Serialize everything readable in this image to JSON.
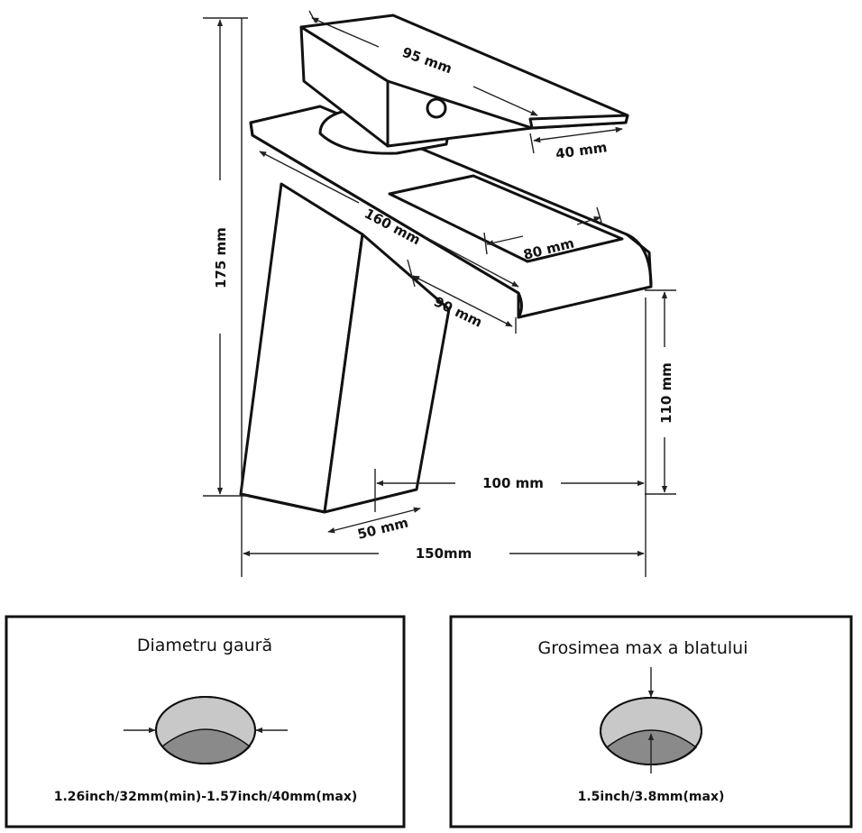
{
  "faucet": {
    "dimensions": {
      "handle_length": "95 mm",
      "handle_width": "40 mm",
      "spout_length": "160 mm",
      "waterfall_length": "80 mm",
      "spout_width": "90 mm",
      "total_height": "175 mm",
      "spout_height": "110 mm",
      "reach": "100 mm",
      "base_width": "50 mm",
      "base_depth": "150mm"
    }
  },
  "panels": [
    {
      "title": "Diametru gaură",
      "caption": "1.26inch/32mm(min)-1.57inch/40mm(max)",
      "icon": "hole-diameter-icon"
    },
    {
      "title": "Grosimea max a blatului",
      "caption": "1.5inch/3.8mm(max)",
      "icon": "countertop-thickness-icon"
    }
  ],
  "colors": {
    "outline": "#111111",
    "hole_top": "#c8c8c8",
    "hole_bottom": "#8a8a8a"
  }
}
